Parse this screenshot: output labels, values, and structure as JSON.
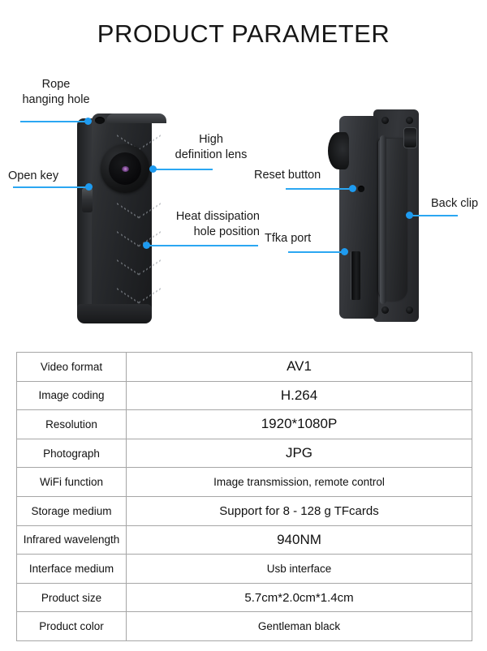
{
  "header": {
    "title": "PRODUCT PARAMETER"
  },
  "accent_color": "#1E9BF0",
  "product": {
    "front_view_name": "camera-front-view",
    "side_view_name": "camera-side-view",
    "callouts": [
      {
        "id": "rope-hanging-hole",
        "line1": "Rope",
        "line2": "hanging hole"
      },
      {
        "id": "open-key",
        "line1": "Open key",
        "line2": ""
      },
      {
        "id": "high-definition-lens",
        "line1": "High",
        "line2": "definition lens"
      },
      {
        "id": "heat-dissipation",
        "line1": "Heat dissipation",
        "line2": "hole position"
      },
      {
        "id": "reset-button",
        "line1": "Reset button",
        "line2": ""
      },
      {
        "id": "tfka-port",
        "line1": "Tfka port",
        "line2": ""
      },
      {
        "id": "back-clip",
        "line1": "Back clip",
        "line2": ""
      }
    ]
  },
  "spec_table": {
    "rows": [
      {
        "key": "Video format",
        "value": "AV1",
        "size": "lg"
      },
      {
        "key": "Image coding",
        "value": "H.264",
        "size": "lg"
      },
      {
        "key": "Resolution",
        "value": "1920*1080P",
        "size": "lg"
      },
      {
        "key": "Photograph",
        "value": "JPG",
        "size": "lg"
      },
      {
        "key": "WiFi function",
        "value": "Image transmission, remote control",
        "size": "sm"
      },
      {
        "key": "Storage medium",
        "value": "Support for 8 - 128 g TFcards",
        "size": "md"
      },
      {
        "key": "Infrared wavelength",
        "value": "940NM",
        "size": "lg"
      },
      {
        "key": "Interface medium",
        "value": "Usb interface",
        "size": "sm"
      },
      {
        "key": "Product size",
        "value": "5.7cm*2.0cm*1.4cm",
        "size": "md"
      },
      {
        "key": "Product color",
        "value": "Gentleman black",
        "size": "sm"
      }
    ]
  }
}
